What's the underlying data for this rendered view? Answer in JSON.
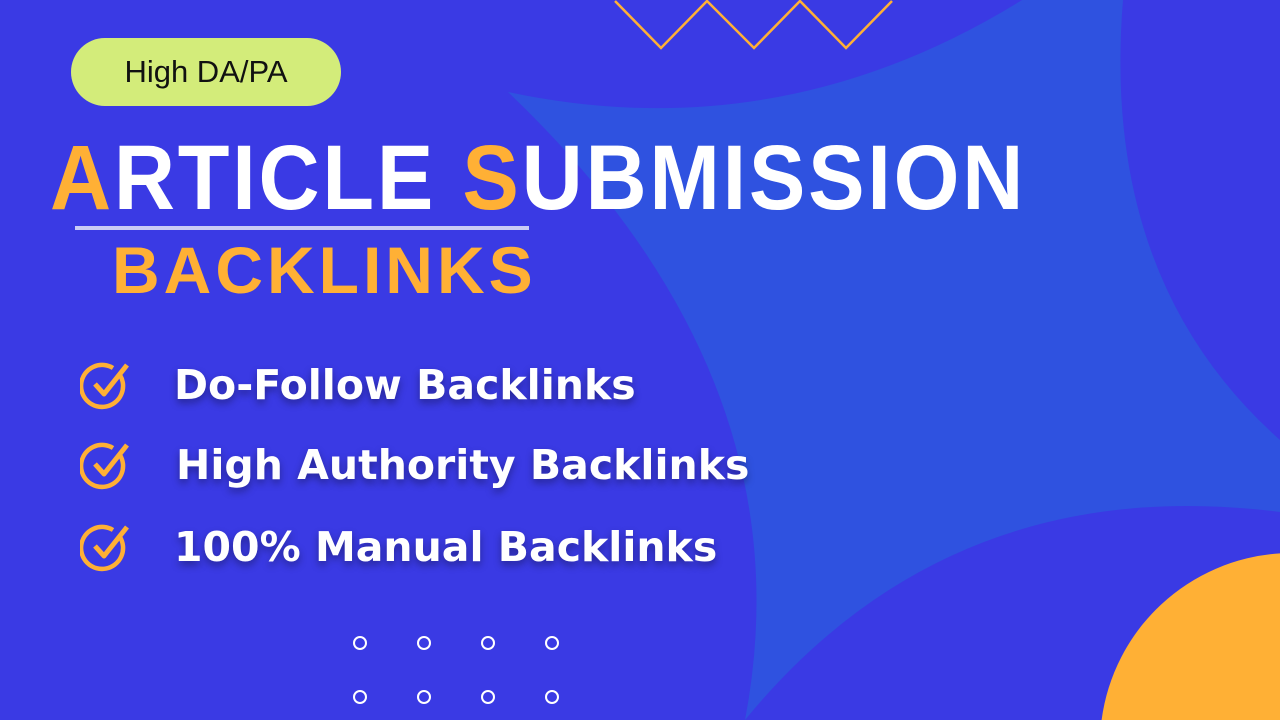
{
  "badge": "High DA/PA",
  "title": {
    "first_letter": "A",
    "first_rest": "RTICLE ",
    "second_letter": "S",
    "second_rest": "UBMISSION"
  },
  "subtitle": "BACKLINKS",
  "features": [
    {
      "icon": "check-circle-icon",
      "label": "Do-Follow Backlinks"
    },
    {
      "icon": "check-circle-icon",
      "label": "High Authority Backlinks"
    },
    {
      "icon": "check-circle-icon",
      "label": "100% Manual Backlinks"
    }
  ],
  "colors": {
    "background": "#3a3ae4",
    "shape": "#2f52e0",
    "accent": "#ffb035",
    "badge": "#d3ec7a"
  }
}
